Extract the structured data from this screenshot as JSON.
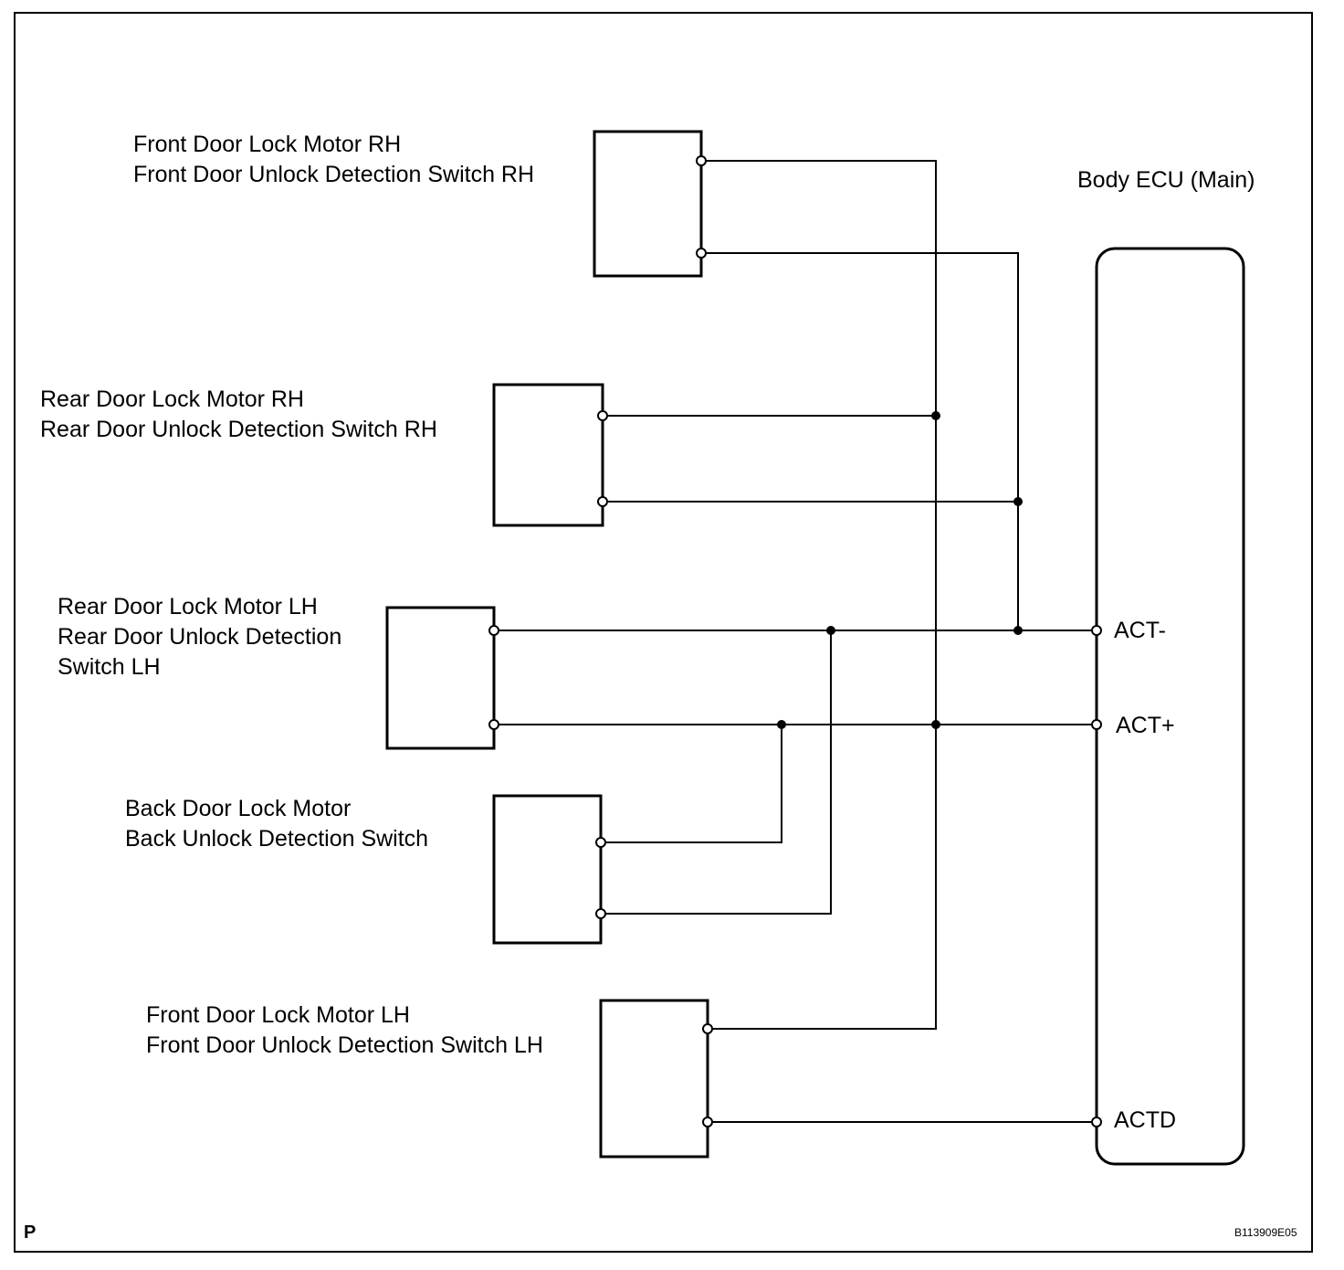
{
  "components": {
    "front_rh": {
      "line1": "Front Door Lock Motor RH",
      "line2": "Front Door Unlock Detection Switch RH"
    },
    "rear_rh": {
      "line1": "Rear Door Lock Motor RH",
      "line2": "Rear Door Unlock Detection Switch RH"
    },
    "rear_lh": {
      "line1": "Rear Door Lock Motor LH",
      "line2": "Rear Door Unlock Detection",
      "line3": "Switch LH"
    },
    "back": {
      "line1": "Back Door Lock Motor",
      "line2": "Back Unlock Detection Switch"
    },
    "front_lh": {
      "line1": "Front Door Lock Motor LH",
      "line2": "Front Door Unlock Detection Switch LH"
    }
  },
  "ecu": {
    "title": "Body ECU (Main)",
    "pins": {
      "act_minus": "ACT-",
      "act_plus": "ACT+",
      "actd": "ACTD"
    }
  },
  "footer": {
    "corner_mark": "P",
    "figure_code": "B113909E05"
  }
}
